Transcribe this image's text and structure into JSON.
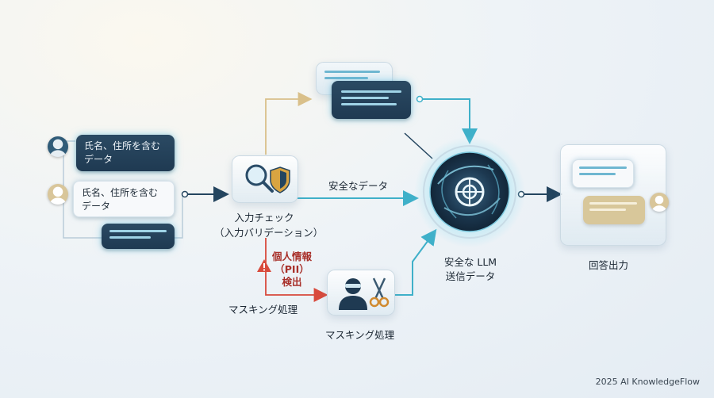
{
  "inputs": {
    "bubble1_text": "氏名、住所を含む\nデータ",
    "bubble2_text": "氏名、住所を含む\nデータ"
  },
  "steps": {
    "check_label_line1": "入力チェック",
    "check_label_line2": "（入力バリデーション）",
    "safe_data_label": "安全なデータ",
    "pii_line1": "個人情報",
    "pii_line2": "（PII）",
    "pii_line3": "検出",
    "masking_arrow_label": "マスキング処理",
    "masking_box_label": "マスキング処理",
    "llm_label_line1": "安全な LLM",
    "llm_label_line2": "送信データ",
    "output_label": "回答出力"
  },
  "footer": "2025 AI KnowledgeFlow",
  "colors": {
    "accent_teal": "#3fb0c9",
    "arrow_dark": "#24455f",
    "alert_red": "#d84a3c",
    "gold_line": "#d9c08a",
    "bubble_dark": "#22405a",
    "bubble_gold": "#d8c79a"
  },
  "icons": [
    "user-avatar-icon",
    "magnifier-icon",
    "shield-icon",
    "warning-icon",
    "masked-person-icon",
    "scissors-icon",
    "llm-swirl-icon",
    "chat-icon"
  ]
}
